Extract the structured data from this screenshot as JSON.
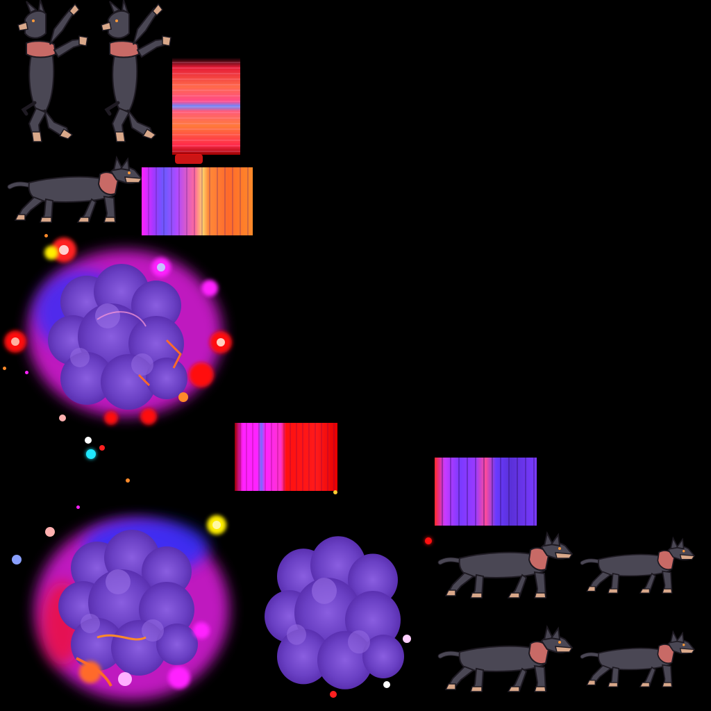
{
  "atlas": {
    "background": "#000000",
    "palette": {
      "dog_coat": "#4a4754",
      "dog_tan": "#d9a88a",
      "dog_outline": "#1e1a22",
      "bandana": "#c86a66",
      "smoke": "#7b4fd6",
      "smoke_dark": "#5a35b0",
      "glow_magenta": "#ff22ff",
      "glow_blue": "#2233ff",
      "glow_red": "#ff1010",
      "glow_yellow": "#ffee00",
      "ember": "#ff8a2a"
    },
    "sprites": [
      {
        "name": "dog-jump-frame-1",
        "kind": "dog-jump"
      },
      {
        "name": "dog-jump-frame-2",
        "kind": "dog-jump"
      },
      {
        "name": "dog-stretch-frame",
        "kind": "dog-walk"
      },
      {
        "name": "dog-walk-frame-1",
        "kind": "dog-walk"
      },
      {
        "name": "dog-walk-frame-2",
        "kind": "dog-walk"
      },
      {
        "name": "dog-walk-frame-3",
        "kind": "dog-walk"
      },
      {
        "name": "dog-walk-frame-4",
        "kind": "dog-walk"
      },
      {
        "name": "smoke-explosion-glow-1",
        "kind": "explosion"
      },
      {
        "name": "smoke-explosion-glow-2",
        "kind": "explosion"
      },
      {
        "name": "smoke-cloud-plain",
        "kind": "smoke"
      },
      {
        "name": "color-streak-texture-1",
        "kind": "streak"
      },
      {
        "name": "color-streak-texture-2",
        "kind": "streak"
      },
      {
        "name": "color-streak-texture-3",
        "kind": "streak"
      },
      {
        "name": "color-streak-texture-4",
        "kind": "streak"
      }
    ]
  }
}
